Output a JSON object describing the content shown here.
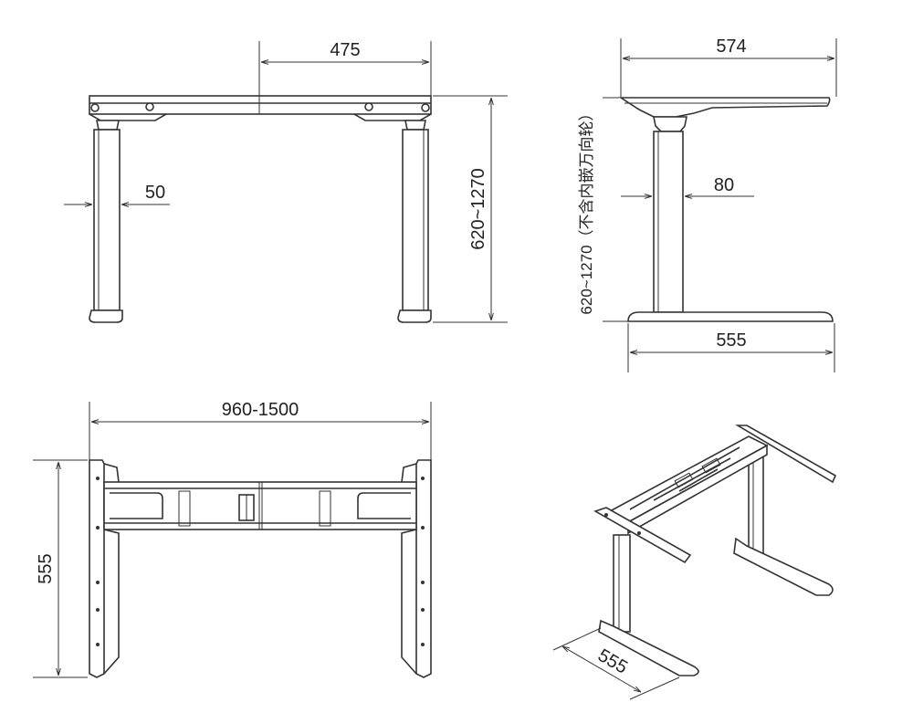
{
  "front_view": {
    "top_width": "475",
    "leg_width": "50",
    "height_range": "620~1270"
  },
  "side_view": {
    "top_depth": "574",
    "column_width": "80",
    "base_depth": "555",
    "height_note": "620~1270（不含内嵌万向轮）"
  },
  "top_view": {
    "width_range": "960-1500",
    "depth": "555"
  },
  "iso_view": {
    "base_depth": "555"
  },
  "colors": {
    "line": "#333333",
    "background": "#ffffff"
  }
}
